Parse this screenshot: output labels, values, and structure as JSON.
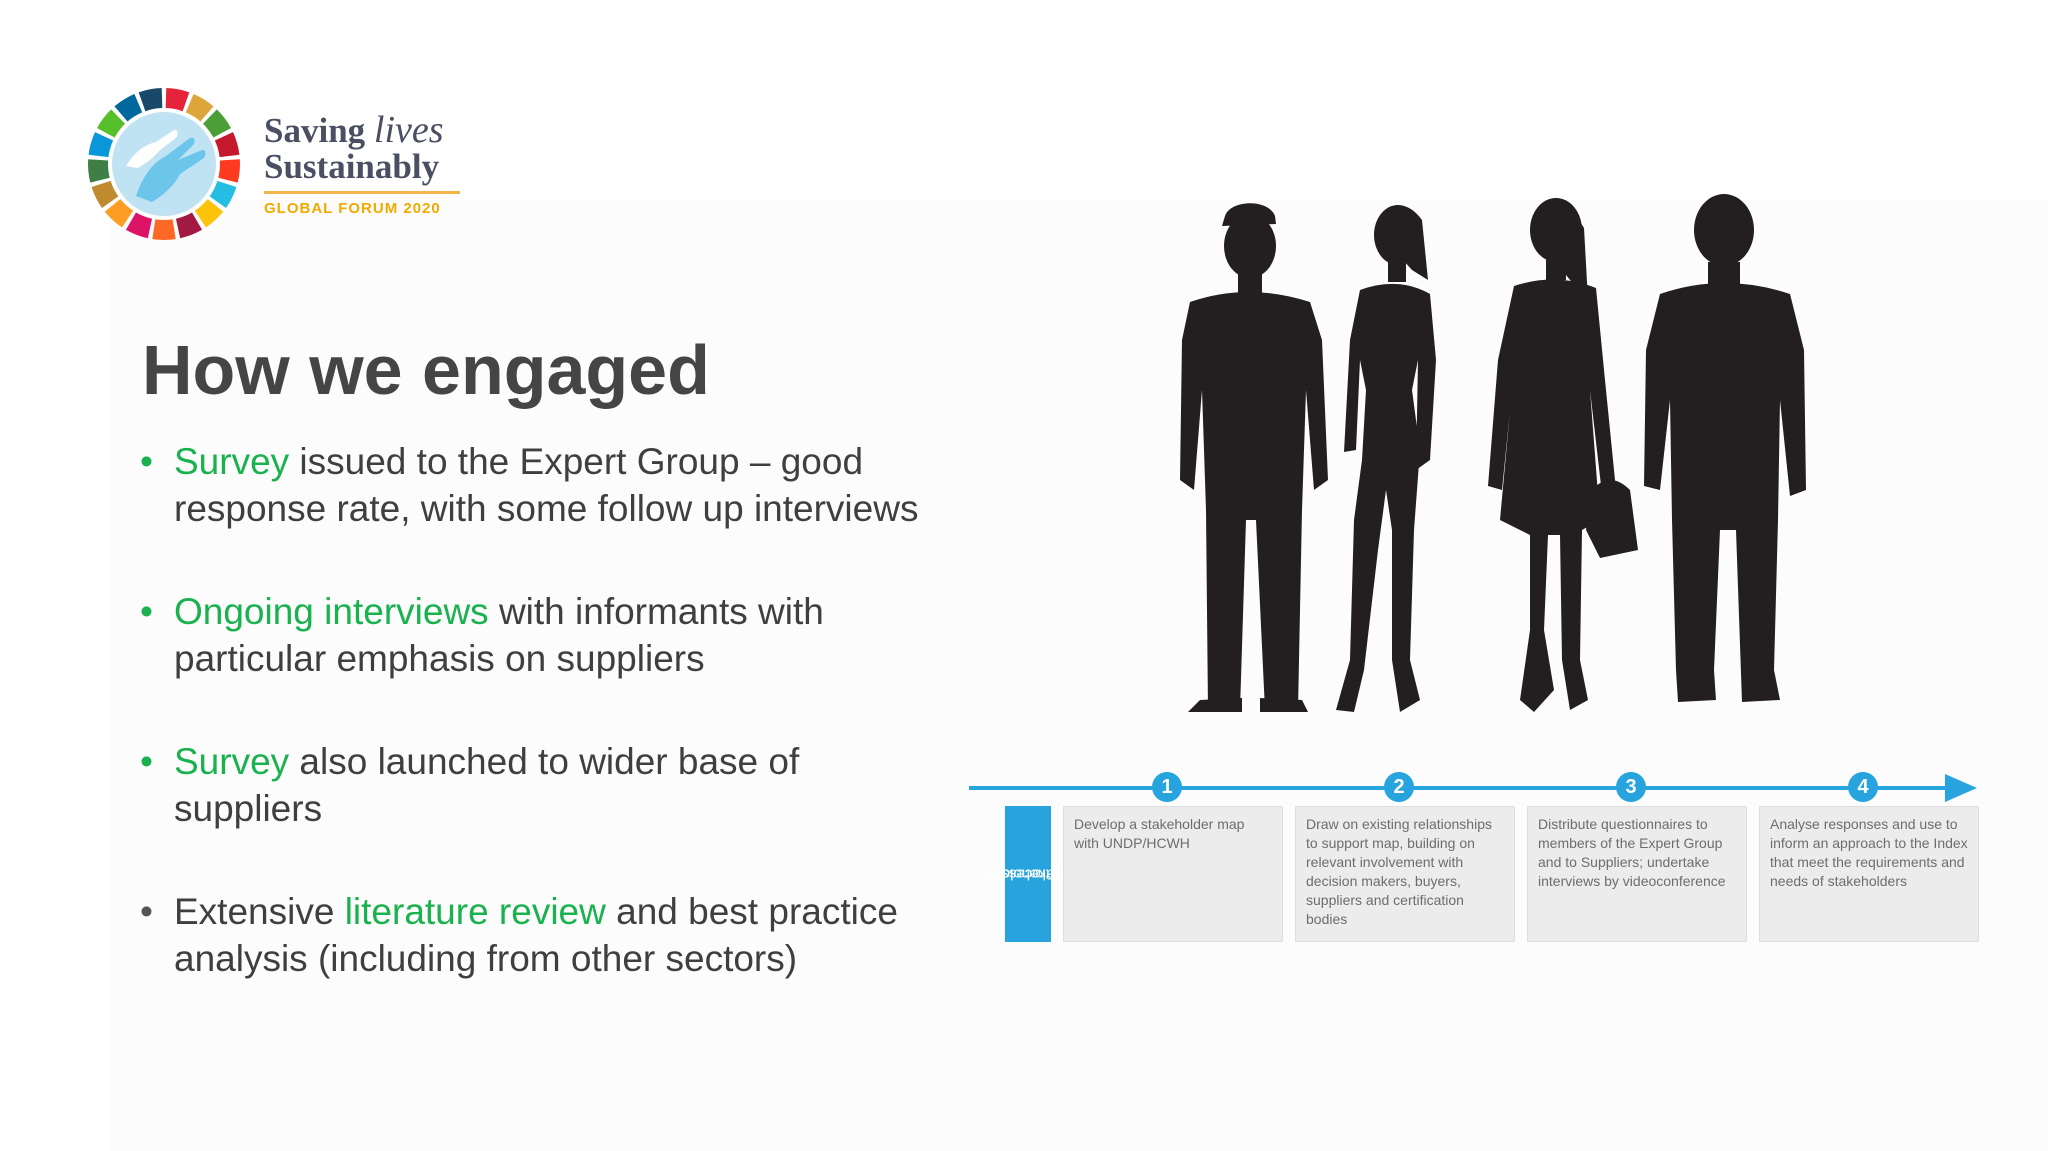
{
  "logo": {
    "line1": "Saving",
    "line1_script": "lives",
    "line2": "Sustainably",
    "subtitle": "GLOBAL FORUM 2020",
    "ring_colors": [
      "#e5243b",
      "#dda63a",
      "#4c9f38",
      "#c5192d",
      "#ff3a21",
      "#26bde2",
      "#fcc30b",
      "#a21942",
      "#fd6925",
      "#dd1367",
      "#fd9d24",
      "#bf8b2e",
      "#3f7e44",
      "#0a97d9",
      "#56c02b",
      "#00689d",
      "#19486a"
    ]
  },
  "title": "How we engaged",
  "bullets": [
    {
      "highlight": "Survey",
      "rest": " issued to the Expert Group – good response rate, with some follow up interviews"
    },
    {
      "highlight": "Ongoing interviews",
      "rest": " with informants with particular emphasis on suppliers"
    },
    {
      "highlight": "Survey",
      "rest": " also launched to wider base of suppliers"
    },
    {
      "pre": "Extensive ",
      "highlight": "literature review",
      "rest": " and best practice analysis (including from other sectors)"
    }
  ],
  "process": {
    "label_line1": "Stakeholder",
    "label_line2": "Process",
    "accent": "#27a3dd",
    "steps": [
      {
        "num": "1",
        "text": "Develop a stakeholder map with UNDP/HCWH"
      },
      {
        "num": "2",
        "text": "Draw on existing relationships to support map, building on relevant involvement with decision makers, buyers, suppliers and certification bodies"
      },
      {
        "num": "3",
        "text": "Distribute questionnaires to members of the Expert Group and to Suppliers; undertake interviews by videoconference"
      },
      {
        "num": "4",
        "text": "Analyse responses and use to inform an approach to the Index that meet the requirements and needs of stakeholders"
      }
    ]
  }
}
